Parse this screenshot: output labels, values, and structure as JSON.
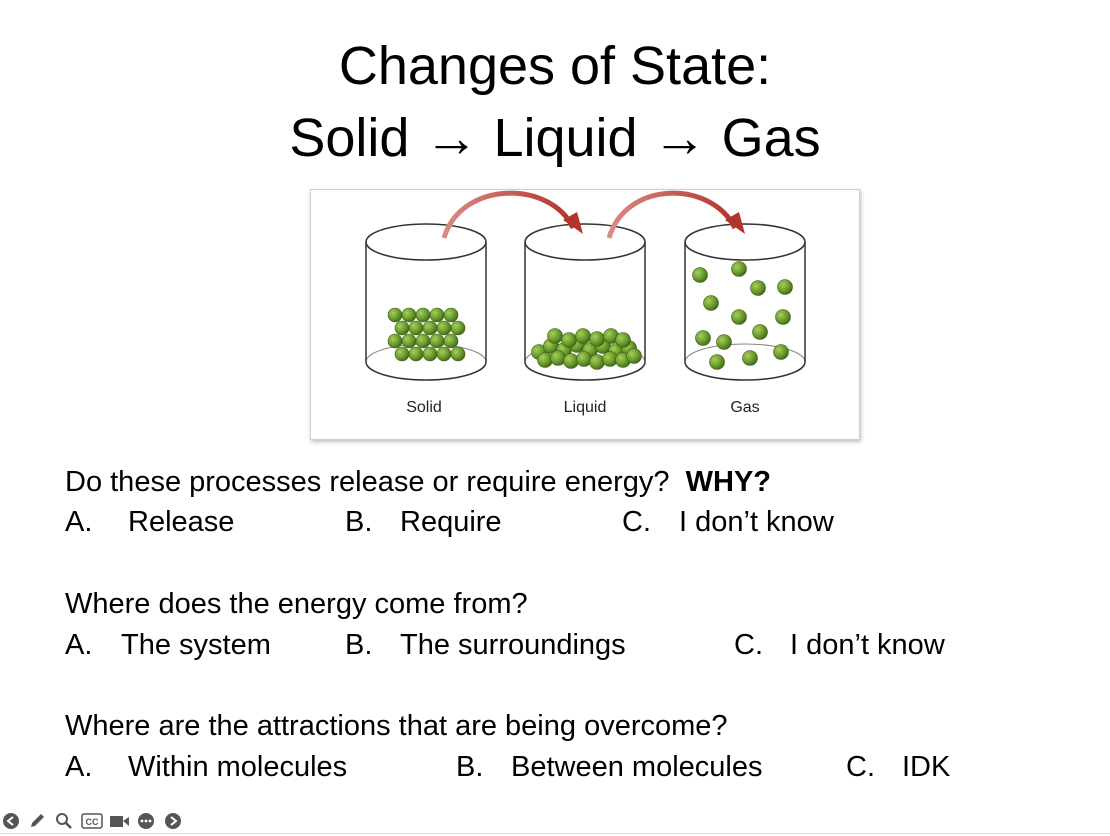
{
  "slide": {
    "title_line1": "Changes of State:",
    "title_line2": "Solid → Liquid → Gas"
  },
  "figure": {
    "labels": [
      "Solid",
      "Liquid",
      "Gas"
    ],
    "particle_color": "#6a9a2c",
    "arrow_color": "#c0392b"
  },
  "questions": [
    {
      "text": "Do these processes release or require energy?",
      "emphasis": "WHY?",
      "options": [
        "A.",
        "Release",
        "B.",
        "Require",
        "C.",
        "I don’t know"
      ]
    },
    {
      "text": "Where does the energy come from?",
      "options": [
        "A.",
        "The system",
        "B.",
        "The surroundings",
        "C.",
        "I don’t know"
      ]
    },
    {
      "text": "Where are the attractions that are being overcome?",
      "options": [
        "A.",
        "Within molecules",
        "B.",
        "Between molecules",
        "C.",
        "IDK"
      ]
    }
  ],
  "toolbar": {
    "icons": [
      "back-icon",
      "pen-icon",
      "zoom-icon",
      "captions-icon",
      "video-icon",
      "more-icon",
      "forward-icon"
    ],
    "cc_label": "CC"
  }
}
